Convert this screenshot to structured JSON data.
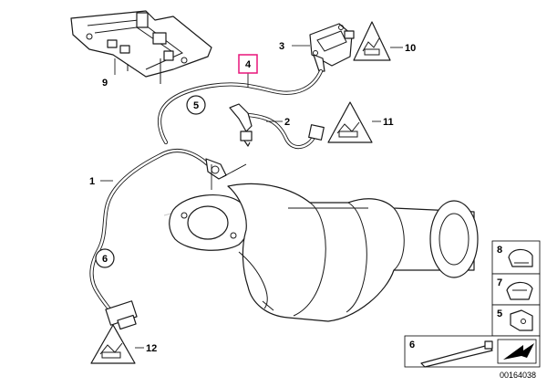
{
  "callouts": {
    "c1": "1",
    "c2": "2",
    "c3": "3",
    "c4": "4",
    "c5": "5",
    "c6": "6",
    "c7": "7",
    "c8": "8",
    "c9": "9",
    "c10": "10",
    "c11": "11",
    "c12": "12"
  },
  "legend": {
    "l8": "8",
    "l7": "7",
    "l5": "5",
    "l6": "6"
  },
  "reference_number": "00164038",
  "highlight_color": "#e8157a"
}
